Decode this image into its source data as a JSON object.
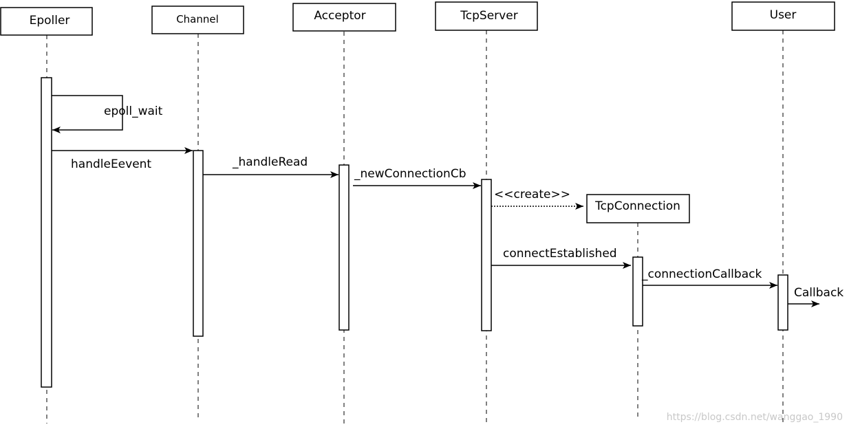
{
  "participants": {
    "epoller": "Epoller",
    "channel": "Channel",
    "acceptor": "Acceptor",
    "tcpserver": "TcpServer",
    "user": "User",
    "tcpconnection": "TcpConnection"
  },
  "messages": {
    "epoll_wait": "epoll_wait",
    "handle_event": "handleEevent",
    "handle_read": "_handleRead",
    "new_connection_cb": "_newConnectionCb",
    "create": "<<create>>",
    "connect_established": "connectEstablished",
    "connection_callback": "_connectionCallback",
    "callback": "Callback"
  },
  "watermark": "https://blog.csdn.net/wanggao_1990"
}
